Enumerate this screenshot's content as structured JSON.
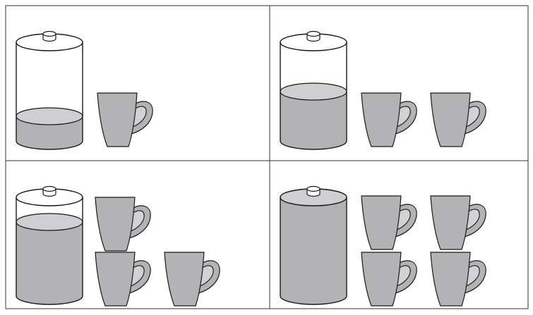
{
  "colors": {
    "stroke": "#1a1a1a",
    "liquid_side": "#b3b3b5",
    "liquid_top": "#cfcfd1",
    "mug_body": "#b3b3b5",
    "mug_inner": "#d2d2d4",
    "background": "#ffffff"
  },
  "panels": [
    {
      "id": "panel-1",
      "pitcher_fill_fraction": 0.25,
      "mug_count": 1
    },
    {
      "id": "panel-2",
      "pitcher_fill_fraction": 0.5,
      "mug_count": 2
    },
    {
      "id": "panel-3",
      "pitcher_fill_fraction": 0.75,
      "mug_count": 3
    },
    {
      "id": "panel-4",
      "pitcher_fill_fraction": 1.0,
      "mug_count": 4
    }
  ],
  "icons": {
    "pitcher": "pitcher-icon",
    "mug": "mug-icon"
  }
}
